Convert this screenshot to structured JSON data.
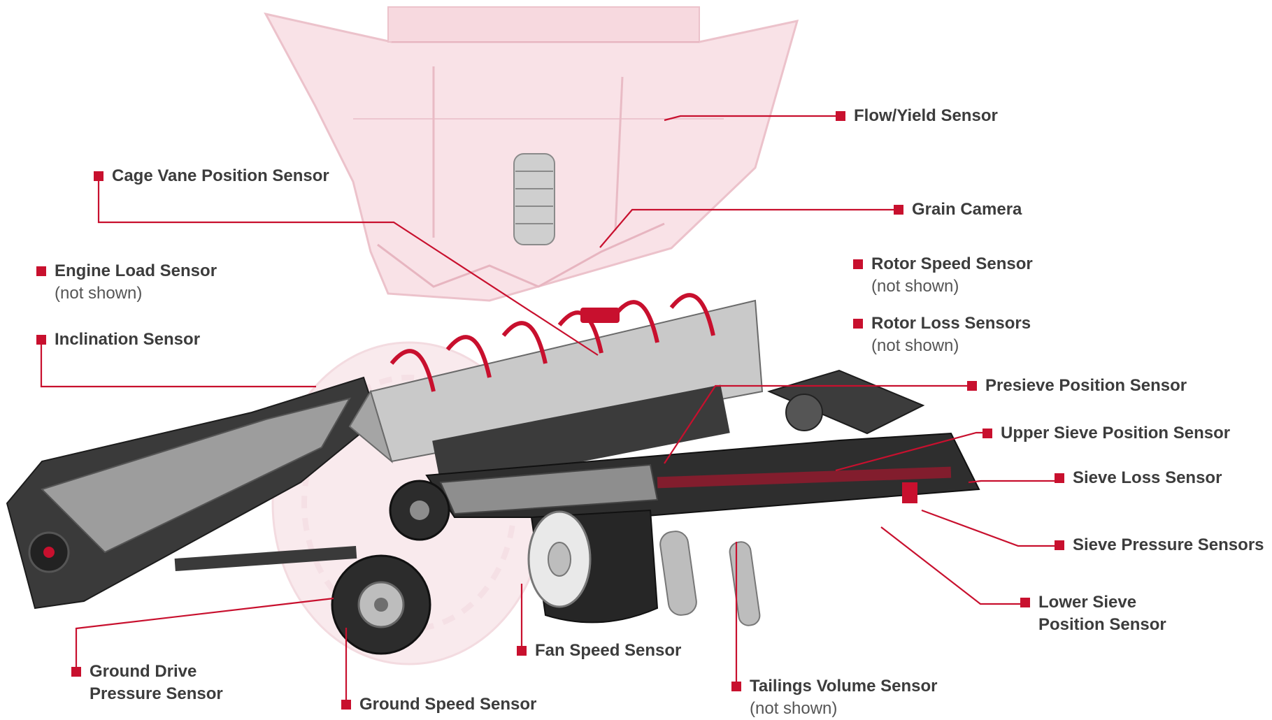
{
  "colors": {
    "accent": "#c8102e",
    "label_text": "#3c3c3c",
    "hopper_tint": "#f3c6d0",
    "machine_dark": "#2b2b2b",
    "machine_metal": "#b9b9b9"
  },
  "labels": {
    "flow_yield": {
      "name": "Flow/Yield Sensor"
    },
    "cage_vane": {
      "name": "Cage Vane Position Sensor"
    },
    "grain_camera": {
      "name": "Grain Camera"
    },
    "engine_load": {
      "name": "Engine Load Sensor",
      "note": "(not shown)"
    },
    "rotor_speed": {
      "name": "Rotor Speed Sensor",
      "note": "(not shown)"
    },
    "rotor_loss": {
      "name": "Rotor Loss Sensors",
      "note": "(not shown)"
    },
    "inclination": {
      "name": "Inclination Sensor"
    },
    "presieve": {
      "name": "Presieve Position Sensor"
    },
    "upper_sieve": {
      "name": "Upper Sieve Position Sensor"
    },
    "sieve_loss": {
      "name": "Sieve Loss Sensor"
    },
    "sieve_pressure": {
      "name": "Sieve Pressure Sensors"
    },
    "lower_sieve": {
      "name": "Lower Sieve",
      "name2": "Position Sensor"
    },
    "fan_speed": {
      "name": "Fan Speed Sensor"
    },
    "tailings_volume": {
      "name": "Tailings Volume Sensor",
      "note": "(not shown)"
    },
    "ground_drive": {
      "name": "Ground Drive",
      "name2": "Pressure Sensor"
    },
    "ground_speed": {
      "name": "Ground Speed Sensor"
    }
  }
}
